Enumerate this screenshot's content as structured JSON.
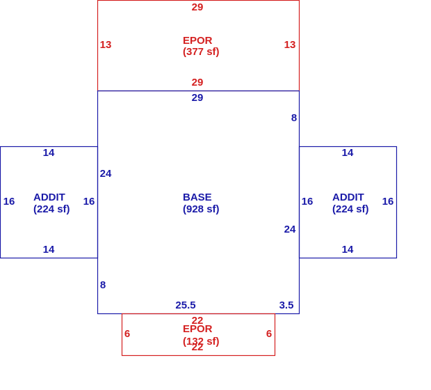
{
  "colors": {
    "base": "#1a1aa8",
    "porch": "#d42020"
  },
  "epor_top": {
    "name": "EPOR",
    "area": "(377 sf)",
    "dim_top": "29",
    "dim_bottom": "29",
    "dim_left": "13",
    "dim_right": "13"
  },
  "base": {
    "name": "BASE",
    "area": "(928 sf)",
    "dim_top": "29",
    "dim_right_upper": "8",
    "dim_right_lower": "24",
    "dim_left_upper": "24",
    "dim_left_lower": "8",
    "dim_bottom_main": "25.5",
    "dim_bottom_right": "3.5"
  },
  "addit_left": {
    "name": "ADDIT",
    "area": "(224 sf)",
    "dim_top": "14",
    "dim_bottom": "14",
    "dim_left": "16",
    "dim_right": "16"
  },
  "addit_right": {
    "name": "ADDIT",
    "area": "(224 sf)",
    "dim_top": "14",
    "dim_bottom": "14",
    "dim_left": "16",
    "dim_right": "16"
  },
  "epor_bottom": {
    "name": "EPOR",
    "area": "(132 sf)",
    "dim_top": "22",
    "dim_bottom": "22",
    "dim_left": "6",
    "dim_right": "6"
  }
}
